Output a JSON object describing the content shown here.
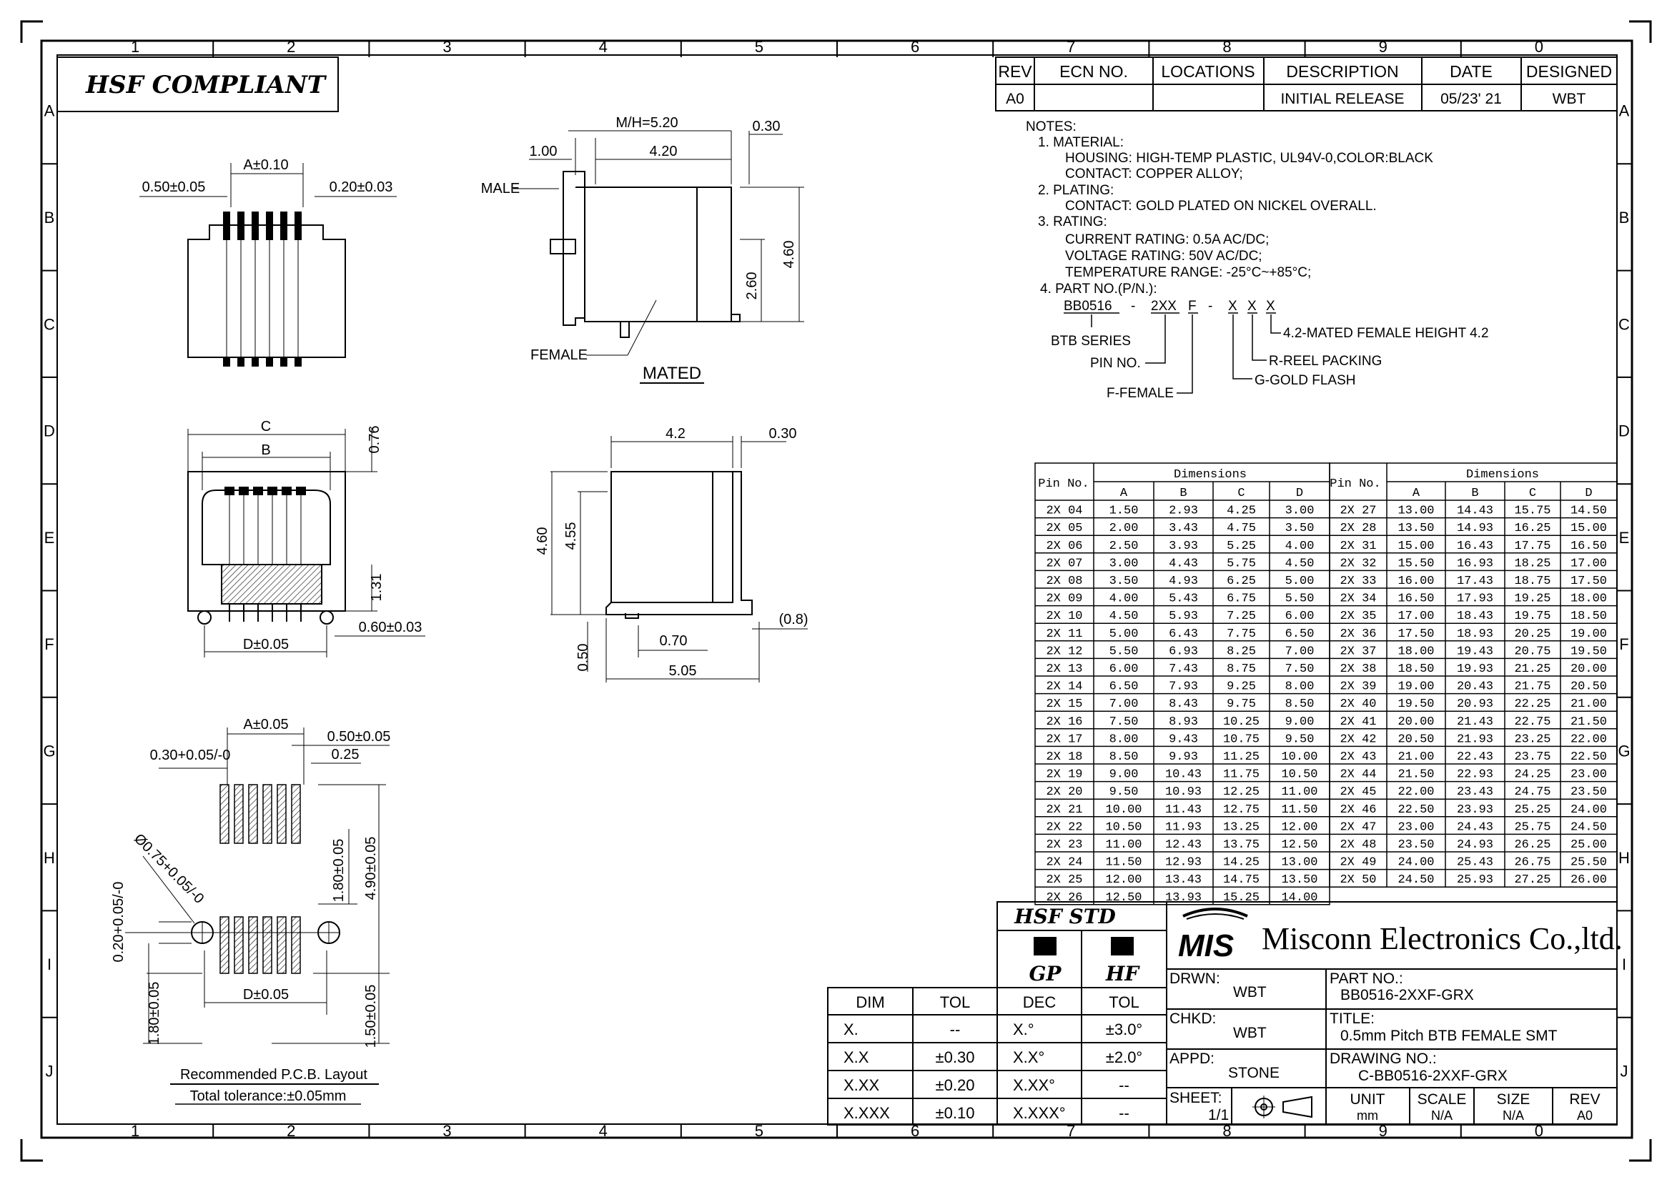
{
  "border": {
    "cols": [
      "1",
      "2",
      "3",
      "4",
      "5",
      "6",
      "7",
      "8",
      "9",
      "0"
    ],
    "rows": [
      "A",
      "B",
      "C",
      "D",
      "E",
      "F",
      "G",
      "H",
      "I",
      "J"
    ]
  },
  "compliance_label": "HSF COMPLIANT",
  "revision_table": {
    "headers": [
      "REV",
      "ECN NO.",
      "LOCATIONS",
      "DESCRIPTION",
      "DATE",
      "DESIGNED"
    ],
    "row": [
      "A0",
      "",
      "",
      "INITIAL RELEASE",
      "05/23' 21",
      "WBT"
    ]
  },
  "notes": {
    "lines": [
      "NOTES:",
      "1. MATERIAL:",
      "HOUSING:  HIGH-TEMP  PLASTIC,  UL94V-0,COLOR:BLACK",
      "CONTACT:  COPPER  ALLOY;",
      "2. PLATING:",
      "CONTACT:  GOLD  PLATED ON  NICKEL  OVERALL.",
      "3. RATING:",
      "CURRENT  RATING:  0.5A  AC/DC;",
      "VOLTAGE  RATING:  50V  AC/DC;",
      "TEMPERATURE  RANGE:  -25°C~+85°C;",
      "4.  PART  NO.(P/N.):"
    ],
    "part_code": [
      "BB0516",
      "-",
      "2XX",
      "F",
      "-",
      "X",
      "X",
      "X"
    ],
    "legend": [
      "BTB  SERIES",
      "PIN  NO.",
      "F-FEMALE",
      "4.2-MATED  FEMALE  HEIGHT  4.2",
      "R-REEL  PACKING",
      "G-GOLD  FLASH"
    ]
  },
  "dim_table": {
    "pin_header": "Pin No.",
    "dimensions_header": "Dimensions",
    "cols": [
      "A",
      "B",
      "C",
      "D"
    ],
    "left": [
      [
        "2X 04",
        "1.50",
        "2.93",
        "4.25",
        "3.00"
      ],
      [
        "2X 05",
        "2.00",
        "3.43",
        "4.75",
        "3.50"
      ],
      [
        "2X 06",
        "2.50",
        "3.93",
        "5.25",
        "4.00"
      ],
      [
        "2X 07",
        "3.00",
        "4.43",
        "5.75",
        "4.50"
      ],
      [
        "2X 08",
        "3.50",
        "4.93",
        "6.25",
        "5.00"
      ],
      [
        "2X 09",
        "4.00",
        "5.43",
        "6.75",
        "5.50"
      ],
      [
        "2X 10",
        "4.50",
        "5.93",
        "7.25",
        "6.00"
      ],
      [
        "2X 11",
        "5.00",
        "6.43",
        "7.75",
        "6.50"
      ],
      [
        "2X 12",
        "5.50",
        "6.93",
        "8.25",
        "7.00"
      ],
      [
        "2X 13",
        "6.00",
        "7.43",
        "8.75",
        "7.50"
      ],
      [
        "2X 14",
        "6.50",
        "7.93",
        "9.25",
        "8.00"
      ],
      [
        "2X 15",
        "7.00",
        "8.43",
        "9.75",
        "8.50"
      ],
      [
        "2X 16",
        "7.50",
        "8.93",
        "10.25",
        "9.00"
      ],
      [
        "2X 17",
        "8.00",
        "9.43",
        "10.75",
        "9.50"
      ],
      [
        "2X 18",
        "8.50",
        "9.93",
        "11.25",
        "10.00"
      ],
      [
        "2X 19",
        "9.00",
        "10.43",
        "11.75",
        "10.50"
      ],
      [
        "2X 20",
        "9.50",
        "10.93",
        "12.25",
        "11.00"
      ],
      [
        "2X 21",
        "10.00",
        "11.43",
        "12.75",
        "11.50"
      ],
      [
        "2X 22",
        "10.50",
        "11.93",
        "13.25",
        "12.00"
      ],
      [
        "2X 23",
        "11.00",
        "12.43",
        "13.75",
        "12.50"
      ],
      [
        "2X 24",
        "11.50",
        "12.93",
        "14.25",
        "13.00"
      ],
      [
        "2X 25",
        "12.00",
        "13.43",
        "14.75",
        "13.50"
      ],
      [
        "2X 26",
        "12.50",
        "13.93",
        "15.25",
        "14.00"
      ]
    ],
    "right": [
      [
        "2X 27",
        "13.00",
        "14.43",
        "15.75",
        "14.50"
      ],
      [
        "2X 28",
        "13.50",
        "14.93",
        "16.25",
        "15.00"
      ],
      [
        "2X 31",
        "15.00",
        "16.43",
        "17.75",
        "16.50"
      ],
      [
        "2X 32",
        "15.50",
        "16.93",
        "18.25",
        "17.00"
      ],
      [
        "2X 33",
        "16.00",
        "17.43",
        "18.75",
        "17.50"
      ],
      [
        "2X 34",
        "16.50",
        "17.93",
        "19.25",
        "18.00"
      ],
      [
        "2X 35",
        "17.00",
        "18.43",
        "19.75",
        "18.50"
      ],
      [
        "2X 36",
        "17.50",
        "18.93",
        "20.25",
        "19.00"
      ],
      [
        "2X 37",
        "18.00",
        "19.43",
        "20.75",
        "19.50"
      ],
      [
        "2X 38",
        "18.50",
        "19.93",
        "21.25",
        "20.00"
      ],
      [
        "2X 39",
        "19.00",
        "20.43",
        "21.75",
        "20.50"
      ],
      [
        "2X 40",
        "19.50",
        "20.93",
        "22.25",
        "21.00"
      ],
      [
        "2X 41",
        "20.00",
        "21.43",
        "22.75",
        "21.50"
      ],
      [
        "2X 42",
        "20.50",
        "21.93",
        "23.25",
        "22.00"
      ],
      [
        "2X 43",
        "21.00",
        "22.43",
        "23.75",
        "22.50"
      ],
      [
        "2X 44",
        "21.50",
        "22.93",
        "24.25",
        "23.00"
      ],
      [
        "2X 45",
        "22.00",
        "23.43",
        "24.75",
        "23.50"
      ],
      [
        "2X 46",
        "22.50",
        "23.93",
        "25.25",
        "24.00"
      ],
      [
        "2X 47",
        "23.00",
        "24.43",
        "25.75",
        "24.50"
      ],
      [
        "2X 48",
        "23.50",
        "24.93",
        "26.25",
        "25.00"
      ],
      [
        "2X 49",
        "24.00",
        "25.43",
        "26.75",
        "25.50"
      ],
      [
        "2X 50",
        "24.50",
        "25.93",
        "27.25",
        "26.00"
      ]
    ]
  },
  "views": {
    "top": {
      "a": "A±0.10",
      "pitch": "0.50±0.05",
      "width": "0.20±0.03"
    },
    "mated": {
      "mh": "M/H=5.20",
      "w030": "0.30",
      "w100": "1.00",
      "w420": "4.20",
      "h460": "4.60",
      "h260": "2.60",
      "male": "MALE",
      "female": "FEMALE",
      "title": "MATED"
    },
    "front": {
      "c": "C",
      "b": "B",
      "h076": "0.76",
      "h131": "1.31",
      "w060": "0.60±0.03",
      "d": "D±0.05"
    },
    "side": {
      "w42": "4.2",
      "w030": "0.30",
      "h460": "4.60",
      "h455": "4.55",
      "h050": "0.50",
      "w070": "0.70",
      "w505": "5.05",
      "w08": "(0.8)"
    },
    "pcb": {
      "a": "A±0.05",
      "w030": "0.30+0.05/-0",
      "w050": "0.50±0.05",
      "w025": "0.25",
      "h490": "4.90±0.05",
      "h180a": "1.80±0.05",
      "hole": "Ø0.75+0.05/-0",
      "h020": "0.20+0.05/-0",
      "d": "D±0.05",
      "h180b": "1.80±0.05",
      "h150": "1.50±0.05",
      "caption1": "Recommended  P.C.B.  Layout",
      "caption2": "Total  tolerance:±0.05mm"
    }
  },
  "hsf_std": {
    "title": "HSF  STD",
    "gp": "GP",
    "hf": "HF"
  },
  "tol_table": {
    "headers": [
      "DIM",
      "TOL",
      "DEC",
      "TOL"
    ],
    "rows": [
      [
        "X.",
        "--",
        "X.°",
        "±3.0°"
      ],
      [
        "X.X",
        "±0.30",
        "X.X°",
        "±2.0°"
      ],
      [
        "X.XX",
        "±0.20",
        "X.XX°",
        "--"
      ],
      [
        "X.XXX",
        "±0.10",
        "X.XXX°",
        "--"
      ]
    ]
  },
  "company": {
    "logo": "MIS",
    "name": "Misconn Electronics Co.,ltd."
  },
  "title_block": {
    "drwn_label": "DRWN:",
    "drwn": "WBT",
    "chkd_label": "CHKD:",
    "chkd": "WBT",
    "appd_label": "APPD:",
    "appd": "STONE",
    "sheet_label": "SHEET:",
    "sheet": "1/1",
    "part_label": "PART  NO.:",
    "part": "BB0516-2XXF-GRX",
    "title_label": "TITLE:",
    "title": "0.5mm  Pitch  BTB  FEMALE  SMT",
    "dwg_label": "DRAWING  NO.:",
    "dwg": "C-BB0516-2XXF-GRX",
    "unit_label": "UNIT",
    "unit": "mm",
    "scale_label": "SCALE",
    "scale": "N/A",
    "size_label": "SIZE",
    "size": "N/A",
    "rev_label": "REV",
    "rev": "A0"
  }
}
